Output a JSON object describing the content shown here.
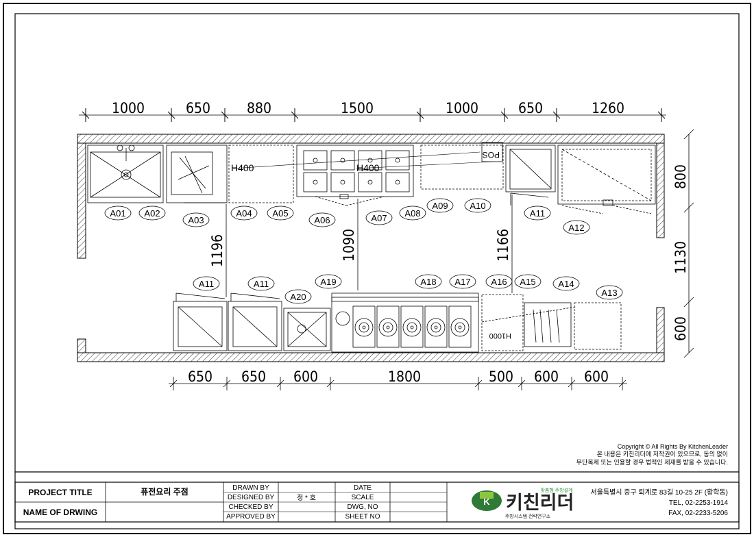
{
  "drawing": {
    "top_dims": [
      "1000",
      "650",
      "880",
      "1500",
      "1000",
      "650",
      "1260"
    ],
    "bottom_dims": [
      "650",
      "650",
      "600",
      "1800",
      "500",
      "600",
      "600"
    ],
    "right_dims": [
      "800",
      "1130",
      "600"
    ],
    "aisle_dims": [
      "1196",
      "1090",
      "1166"
    ],
    "h400_a": "H400",
    "h400_b": "H400",
    "h1000": "H1000",
    "pos": "POS",
    "tags_top": [
      "A01",
      "A02",
      "A03",
      "A04",
      "A05",
      "A06",
      "A07",
      "A08",
      "A09",
      "A10",
      "A11",
      "A12"
    ],
    "tags_bottom": [
      "A11",
      "A11",
      "A20",
      "A19",
      "A18",
      "A17",
      "A16",
      "A15",
      "A14",
      "A13"
    ]
  },
  "copyright": {
    "line1": "Copyright © All Rights By KitchenLeader",
    "line2": "본 내용은 키친리더에 저작권이 있으므로, 동의 없이",
    "line3": "무단복제 또는 인용할 경우 법적인 제재를 받을 수 있습니다."
  },
  "title_block": {
    "project_title_label": "PROJECT TITLE",
    "project_title_value": "퓨전요리 주점",
    "name_of_drawing_label": "NAME OF DRWING",
    "drawn_by": "DRAWN BY",
    "designed_by": "DESIGNED BY",
    "designer": "정 * 호",
    "checked_by": "CHECKED BY",
    "approved_by": "APPROVED BY",
    "date": "DATE",
    "scale": "SCALE",
    "dwg_no": "DWG, NO",
    "sheet_no": "SHEET NO"
  },
  "company": {
    "slogan": "맞춤형 주방설계",
    "logo_text": "키친리더",
    "sub": "주방시스템 전략연구소",
    "address": "서울특별시 중구 퇴계로 83길 10-25 2F (황학동)",
    "tel": "TEL, 02-2253-1914",
    "fax": "FAX, 02-2233-5206"
  }
}
